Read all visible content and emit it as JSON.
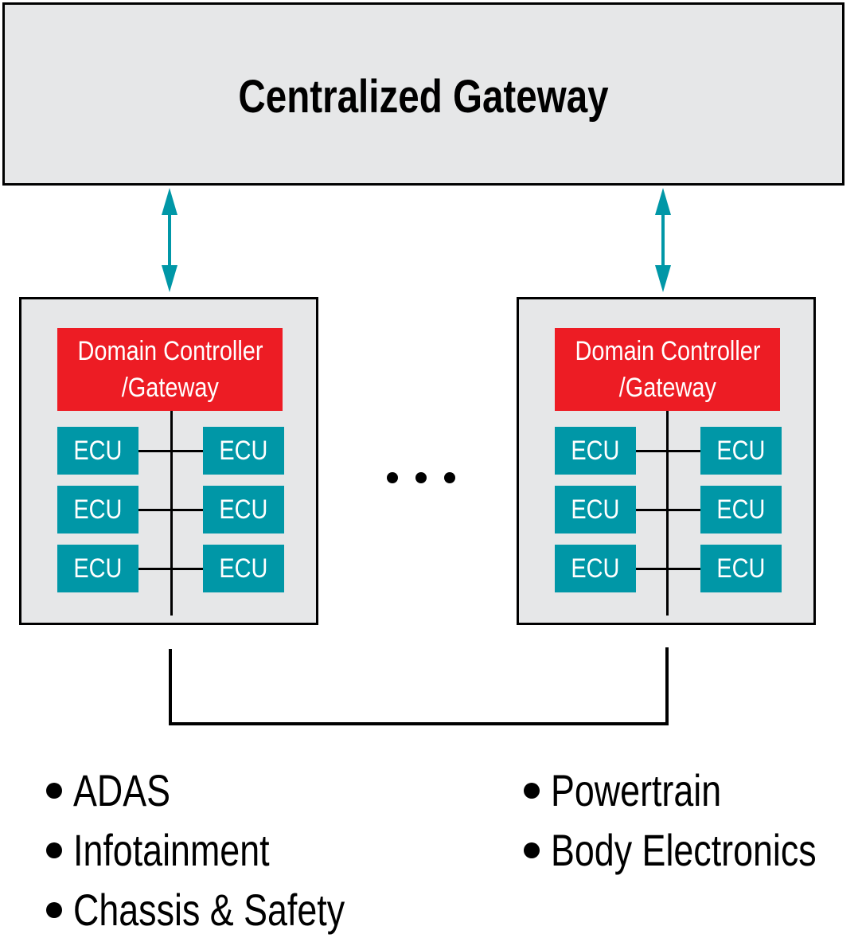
{
  "gateway": {
    "title": "Centralized Gateway"
  },
  "domains": [
    {
      "controller_lines": [
        "Domain Controller",
        "/Gateway"
      ],
      "ecus": [
        "ECU",
        "ECU",
        "ECU",
        "ECU",
        "ECU",
        "ECU"
      ]
    },
    {
      "controller_lines": [
        "Domain Controller",
        "/Gateway"
      ],
      "ecus": [
        "ECU",
        "ECU",
        "ECU",
        "ECU",
        "ECU",
        "ECU"
      ]
    }
  ],
  "ellipsis_icon": "three-dots",
  "domain_types": {
    "left": [
      "ADAS",
      "Infotainment",
      "Chassis & Safety"
    ],
    "right": [
      "Powertrain",
      "Body Electronics"
    ]
  },
  "colors": {
    "panel": "#e6e7e8",
    "controller": "#ed1c24",
    "ecu": "#0097a7",
    "arrow": "#0097a7",
    "line": "#000000"
  }
}
